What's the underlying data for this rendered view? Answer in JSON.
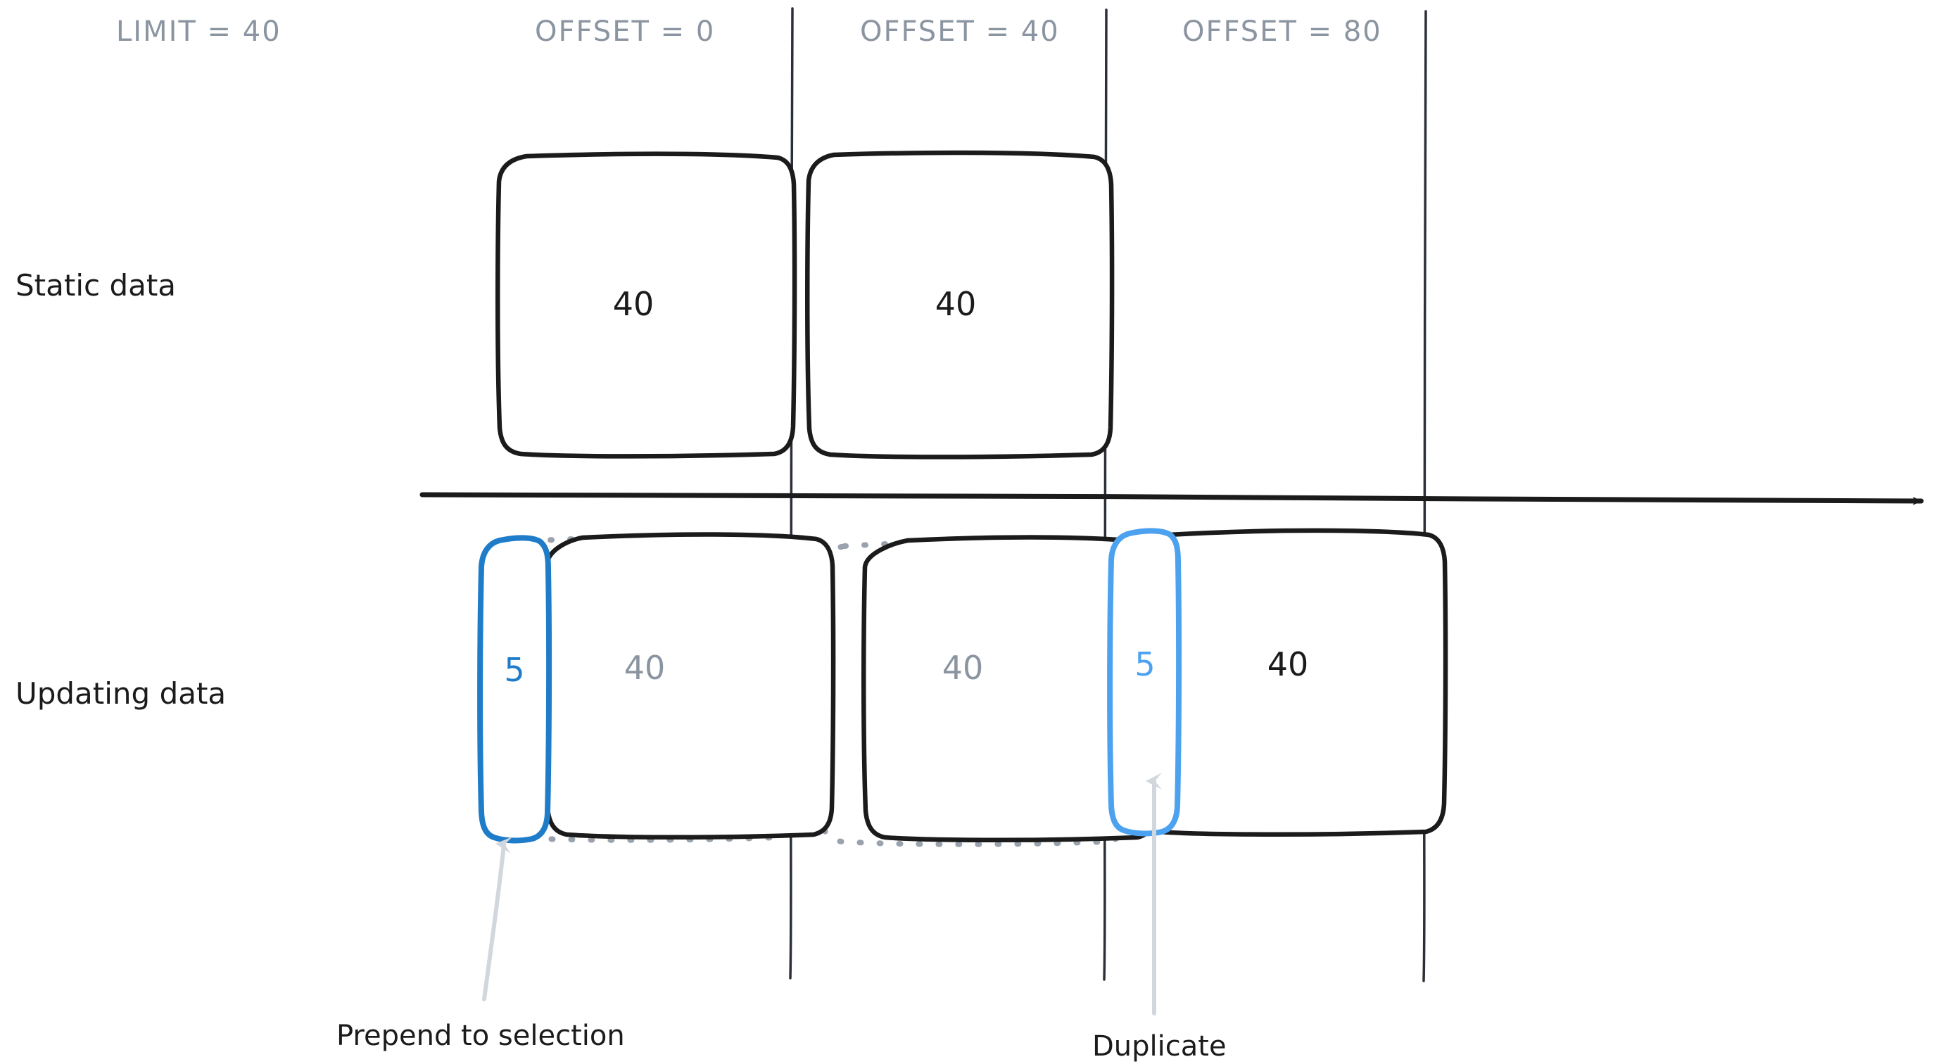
{
  "diagram": {
    "title": "Pagination limit/offset window diagram",
    "colors": {
      "ink": "#1b1b1b",
      "muted_gray": "#8b95a1",
      "blue_dark": "#1f7cc9",
      "blue_light": "#4da2f0",
      "ghost_gray": "#c9ced6",
      "background": "#ffffff"
    },
    "headers": [
      {
        "id": "limit",
        "text": "LIMIT = 40"
      },
      {
        "id": "offset-0",
        "text": "OFFSET = 0"
      },
      {
        "id": "offset-40",
        "text": "OFFSET = 40"
      },
      {
        "id": "offset-80",
        "text": "OFFSET = 80"
      }
    ],
    "row_labels": [
      {
        "id": "static",
        "text": "Static data"
      },
      {
        "id": "updating",
        "text": "Updating data"
      }
    ],
    "static_row": {
      "boxes": [
        {
          "id": "static-page-1",
          "value": "40",
          "style": "solid-dark"
        },
        {
          "id": "static-page-2",
          "value": "40",
          "style": "solid-dark"
        }
      ]
    },
    "updating_row": {
      "boxes": [
        {
          "id": "updating-prepend",
          "value": "5",
          "style": "blue-dark-outline"
        },
        {
          "id": "updating-page-1",
          "value": "40",
          "style": "solid-dark-gray-text"
        },
        {
          "id": "updating-page-2",
          "value": "40",
          "style": "solid-dark-gray-text"
        },
        {
          "id": "updating-duplicate",
          "value": "5",
          "style": "blue-light-outline"
        },
        {
          "id": "updating-page-3",
          "value": "40",
          "style": "solid-dark"
        }
      ],
      "ghost_outlines": [
        {
          "id": "ghost-window-1",
          "note": "dotted original window position"
        },
        {
          "id": "ghost-window-2",
          "note": "dotted original window position"
        }
      ]
    },
    "annotations": [
      {
        "id": "prepend",
        "text": "Prepend to selection"
      },
      {
        "id": "duplicate",
        "text": "Duplicate"
      }
    ]
  }
}
